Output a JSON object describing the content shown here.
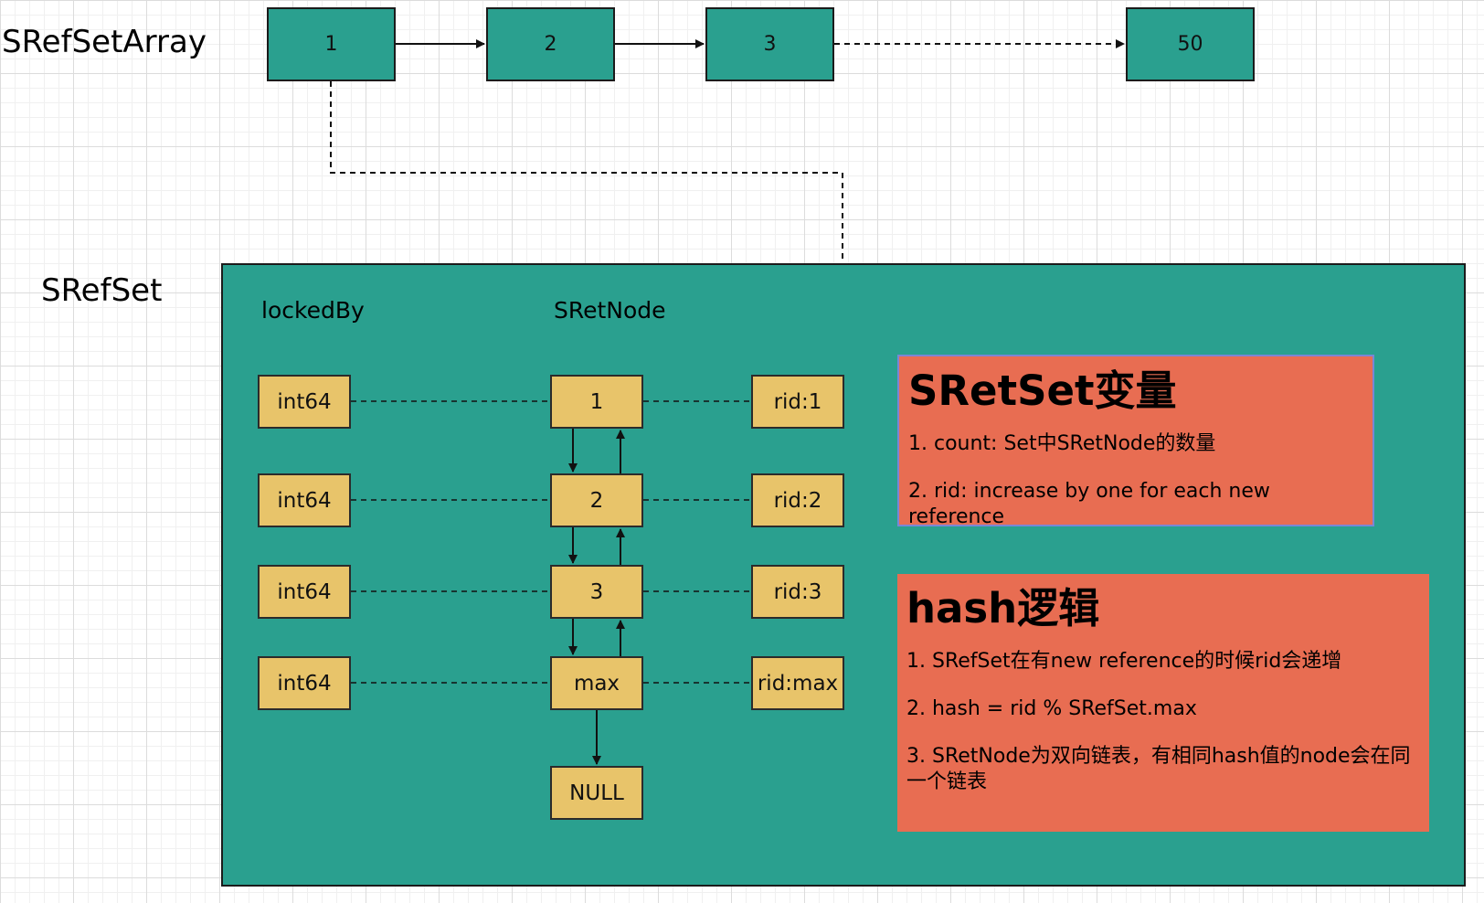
{
  "top": {
    "array_label": "SRefSetArray",
    "array_items": [
      "1",
      "2",
      "3",
      "50"
    ]
  },
  "refset": {
    "label": "SRefSet",
    "locked_by_header": "lockedBy",
    "node_header": "SRetNode",
    "locked_by": [
      "int64",
      "int64",
      "int64",
      "int64"
    ],
    "nodes": [
      "1",
      "2",
      "3",
      "max"
    ],
    "null_label": "NULL",
    "rids": [
      "rid:1",
      "rid:2",
      "rid:3",
      "rid:max"
    ]
  },
  "notes": {
    "variables": {
      "title": "SRetSet变量",
      "lines": [
        "1. count: Set中SRetNode的数量",
        "2. rid: increase by one for each new reference"
      ]
    },
    "hash": {
      "title": "hash逻辑",
      "lines": [
        "1. SRefSet在有new reference的时候rid会递增",
        "2. hash = rid % SRefSet.max",
        "3. SRetNode为双向链表，有相同hash值的node会在同一个链表"
      ]
    }
  },
  "colors": {
    "teal": "#2aa08f",
    "yellow": "#e8c46a",
    "salmon": "#e86d52"
  }
}
